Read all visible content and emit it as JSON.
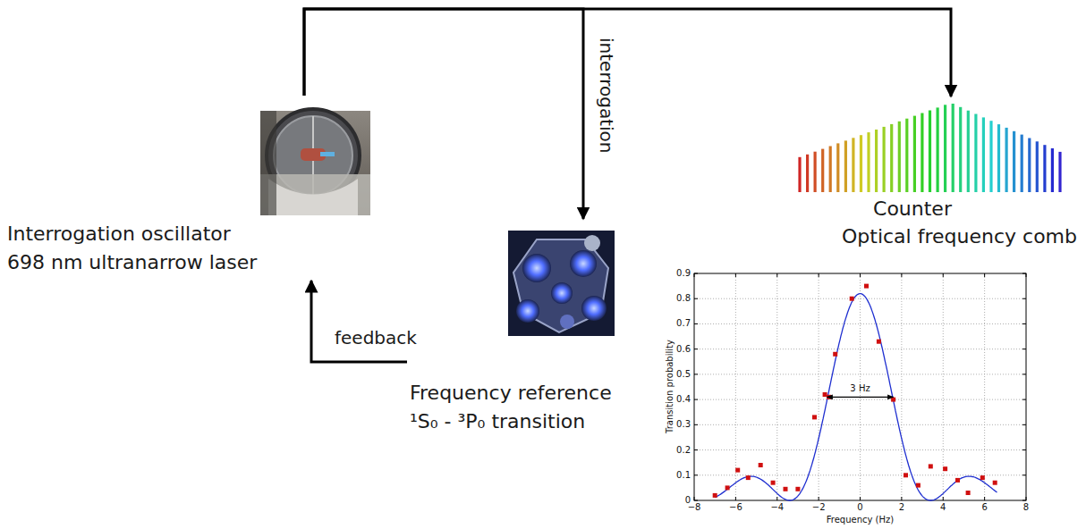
{
  "diagram": {
    "nodes": [
      {
        "text": [
          "Interrogation oscillator",
          "698 nm ultranarrow laser"
        ]
      },
      {
        "text": [
          "Frequency reference",
          "¹S₀ - ³P₀ transition"
        ]
      },
      {
        "text": [
          "Counter",
          "Optical frequency comb"
        ]
      }
    ],
    "edges": [
      {
        "from": 0,
        "to": 1,
        "label": "interrogation",
        "arrow": "to"
      },
      {
        "from": 0,
        "to": 2,
        "arrow": "to"
      },
      {
        "from": 1,
        "to": 0,
        "label": "feedback",
        "arrow": "to"
      }
    ],
    "labels": [
      "0",
      "0.1",
      "0.2",
      "0.3",
      "0.4",
      "0.5",
      "0.6",
      "0.7",
      "0.8",
      "0.9",
      "−8",
      "−6",
      "−4",
      "−2",
      "0",
      "2",
      "4",
      "6",
      "8",
      "3 Hz",
      "Transition probability",
      "Frequency (Hz)"
    ]
  }
}
